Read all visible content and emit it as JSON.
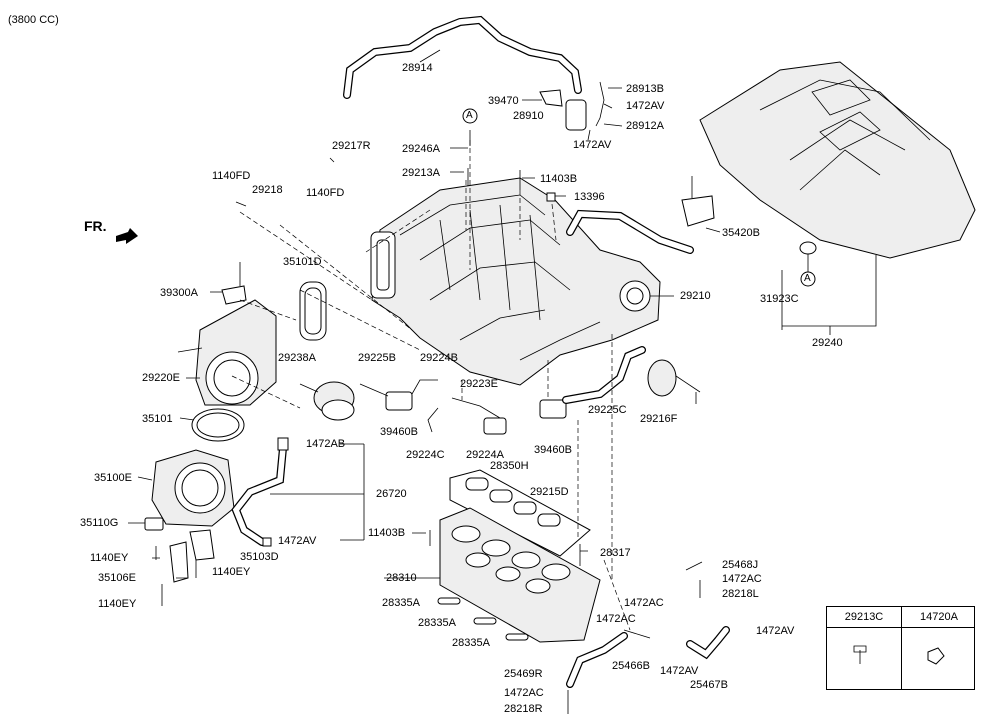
{
  "header": {
    "engine": "(3800 CC)"
  },
  "direction": {
    "label": "FR."
  },
  "callouts": {
    "circle_a": "A"
  },
  "labels": {
    "p28914": "28914",
    "p28913B": "28913B",
    "p39470": "39470",
    "p1472AV_a": "1472AV",
    "p28910": "28910",
    "p28912A": "28912A",
    "p1472AV_b": "1472AV",
    "p29246A": "29246A",
    "p29217R": "29217R",
    "p29213A": "29213A",
    "p11403B_a": "11403B",
    "p1140FD_a": "1140FD",
    "p29218": "29218",
    "p1140FD_b": "1140FD",
    "p13396": "13396",
    "p35420B": "35420B",
    "p35101D": "35101D",
    "p39300A": "39300A",
    "p29210": "29210",
    "p31923C": "31923C",
    "p29240": "29240",
    "p29238A": "29238A",
    "p29225B": "29225B",
    "p29224B": "29224B",
    "p29220E": "29220E",
    "p29223E": "29223E",
    "p35101": "35101",
    "p39460B_a": "39460B",
    "p29225C": "29225C",
    "p29216F": "29216F",
    "p1472AB": "1472AB",
    "p29224C": "29224C",
    "p29224A": "29224A",
    "p39460B_b": "39460B",
    "p28350H": "28350H",
    "p35100E": "35100E",
    "p26720": "26720",
    "p29215D": "29215D",
    "p35110G": "35110G",
    "p11403B_b": "11403B",
    "p1472AV_c": "1472AV",
    "p35103D": "35103D",
    "p1140EY_a": "1140EY",
    "p28317": "28317",
    "p25468J": "25468J",
    "p35106E": "35106E",
    "p1140EY_b": "1140EY",
    "p28310": "28310",
    "p1472AC_a": "1472AC",
    "p28218L": "28218L",
    "p1140EY_c": "1140EY",
    "p28335A_a": "28335A",
    "p1472AC_b": "1472AC",
    "p28335A_b": "28335A",
    "p1472AC_c": "1472AC",
    "p1472AV_d": "1472AV",
    "p28335A_c": "28335A",
    "p25466B": "25466B",
    "p1472AV_e": "1472AV",
    "p25469R": "25469R",
    "p25467B": "25467B",
    "p1472AC_d": "1472AC",
    "p28218R": "28218R"
  },
  "legend_table": {
    "col1": "29213C",
    "col2": "14720A"
  }
}
